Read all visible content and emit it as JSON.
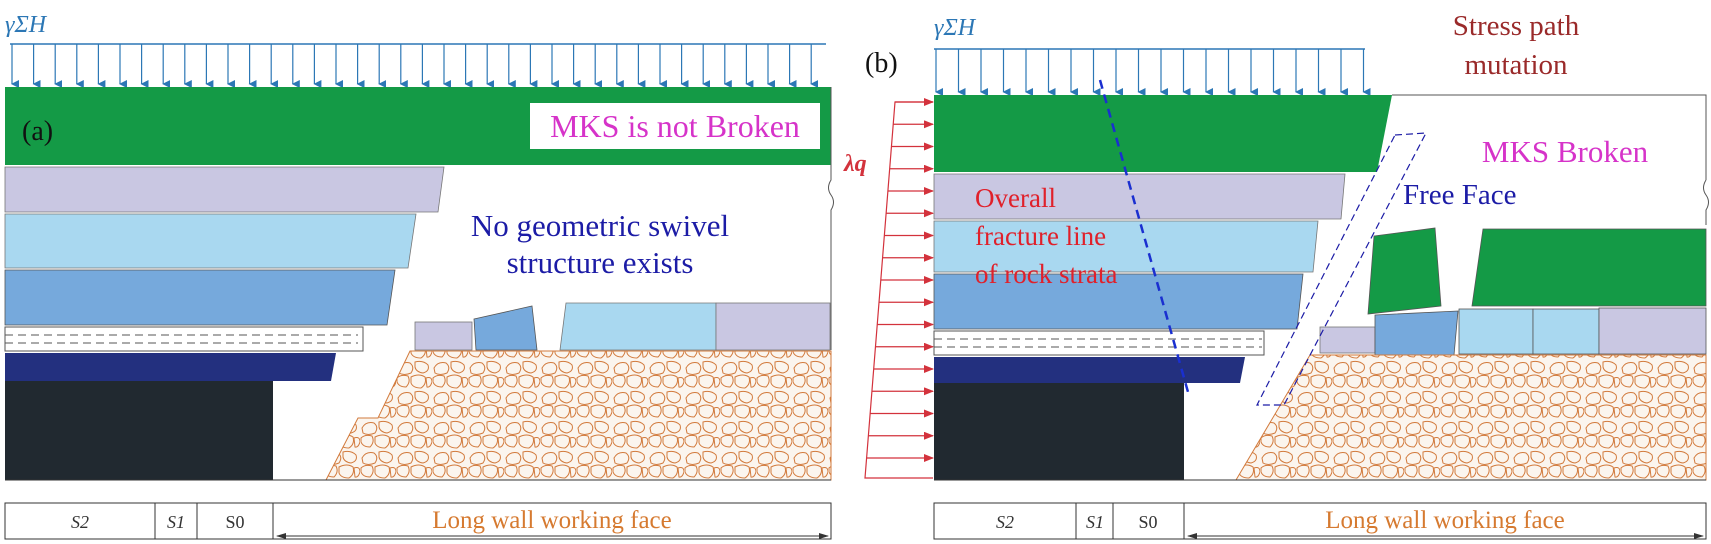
{
  "colors": {
    "green": "#149a46",
    "lavender": "#c9c7e2",
    "light_blue": "#a9d8f0",
    "mid_blue": "#76a9dc",
    "dark_blue": "#23307f",
    "coal": "#212930",
    "gob_stroke": "#d27a3c",
    "load_arrow": "#2c77b5",
    "side_arrow": "#d3323c",
    "magenta": "#d633c9",
    "navy_text": "#1c1ca6",
    "red_text": "#e0202a",
    "maroon": "#9a2a2a",
    "orange_text": "#d67a30",
    "fracture_line": "#1a2fd0"
  },
  "panel_a": {
    "label": "(a)",
    "load_label": "γΣH",
    "mks_label": "MKS is not Broken",
    "note_line1": "No geometric swivel",
    "note_line2": "structure exists",
    "dims": {
      "s2": "S2",
      "s1": "S1",
      "s0": "S0"
    },
    "working_face": "Long wall working face"
  },
  "panel_b": {
    "label": "(b)",
    "load_label": "γΣH",
    "side_load_label": "λq",
    "stress_line1": "Stress path",
    "stress_line2": "mutation",
    "mks_label": "MKS Broken",
    "free_face": "Free Face",
    "fracture_line1": "Overall",
    "fracture_line2": "fracture line",
    "fracture_line3": "of rock strata",
    "dims": {
      "s2": "S2",
      "s1": "S1",
      "s0": "S0"
    },
    "working_face": "Long wall working face"
  }
}
